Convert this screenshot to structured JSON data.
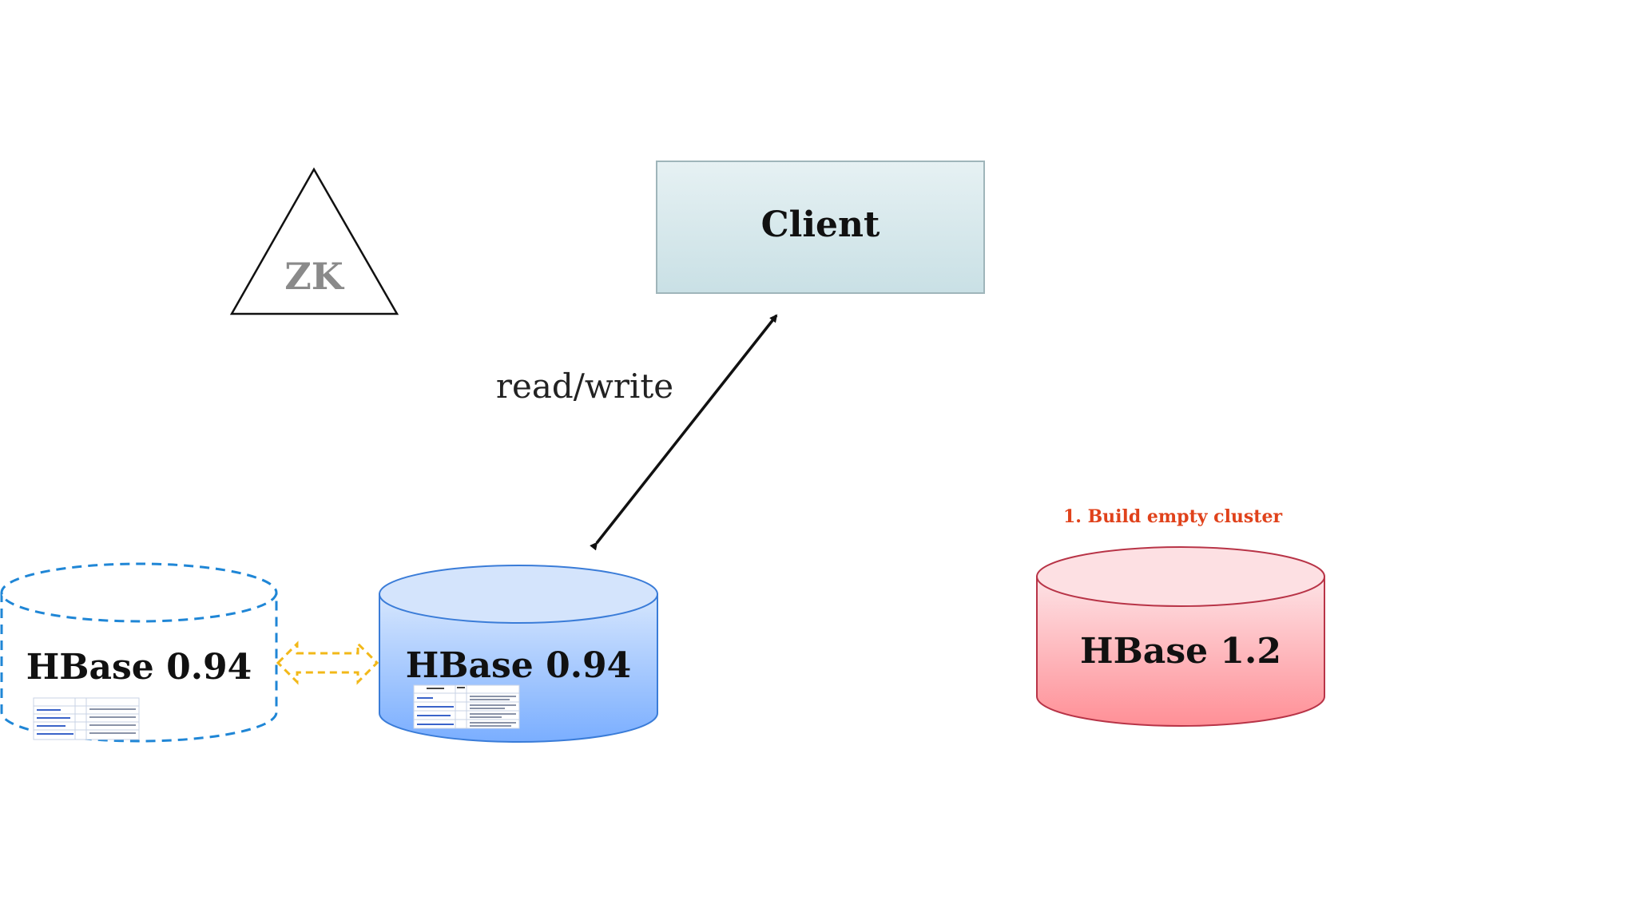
{
  "diagram": {
    "zk": {
      "label": "ZK"
    },
    "client": {
      "label": "Client"
    },
    "edge_read_write": {
      "label": "read/write"
    },
    "cluster_standby": {
      "label": "HBase 0.94"
    },
    "cluster_active": {
      "label": "HBase 0.94"
    },
    "cluster_new": {
      "label": "HBase 1.2",
      "step": "1. Build empty cluster"
    },
    "colors": {
      "client_fill_top": "#e6f1f3",
      "client_fill_bottom": "#c9e0e5",
      "active_fill_top": "#d6e6fd",
      "active_fill_bottom": "#7aaeff",
      "active_stroke": "#3a7cd8",
      "standby_stroke": "#1f86d6",
      "new_fill_top": "#fde3e6",
      "new_fill_bottom": "#ff8f96",
      "new_stroke": "#b83447",
      "sync_arrow": "#f2b818",
      "step_text": "#e0421b"
    }
  }
}
